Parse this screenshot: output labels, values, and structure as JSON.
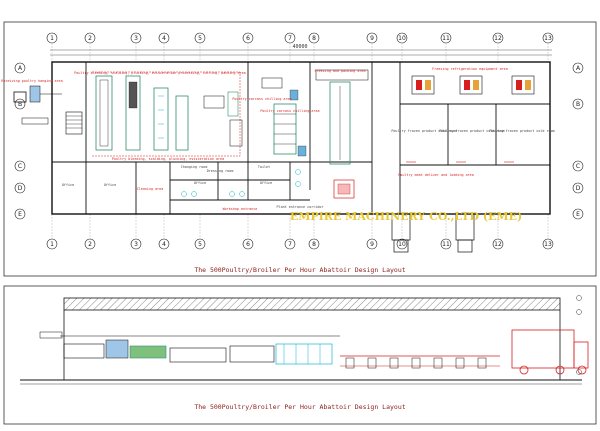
{
  "plan": {
    "title": "The 500Poultry/Broiler Per Hour Abattoir Design Layout",
    "overall_dimension": "40000",
    "grid_columns": [
      "1",
      "2",
      "3",
      "4",
      "5",
      "6",
      "7",
      "8",
      "9",
      "10",
      "11",
      "12",
      "13"
    ],
    "grid_rows": [
      "A",
      "B",
      "C",
      "D",
      "E"
    ],
    "rooms": [
      "Receiving poultry hanging area",
      "Poultry bleeding, scalding, plucking, evisceration processing, cutting, packing area",
      "Poultry bleeding, scalding, plucking, evisceration area",
      "Poultry carcass chilling area",
      "Poultry carcass chilling area",
      "Freezing and packing area",
      "Freezing refrigeration equipment area",
      "Poultry frozen product cold room",
      "Poultry frozen product cold room",
      "Poultry frozen product cold room",
      "Poultry meat deliver and loading area",
      "Office",
      "Office",
      "Office",
      "Office",
      "Cleaning area",
      "Changing room",
      "Toilet",
      "Dressing room",
      "Workshop entrance",
      "Plant entrance corridor"
    ]
  },
  "section": {
    "title": "The 500Poultry/Broiler Per Hour Abattoir Design Layout"
  },
  "watermark": "EMPIRE MACHINERY CO.,LTD (EME)",
  "colors": {
    "title": "#8b1a1a",
    "annotation": "#d81f1f",
    "watermark": "#e8c93a",
    "line": "#1a1a1a",
    "equipment": "#2f8f6f",
    "cyan": "#16b6d6"
  }
}
